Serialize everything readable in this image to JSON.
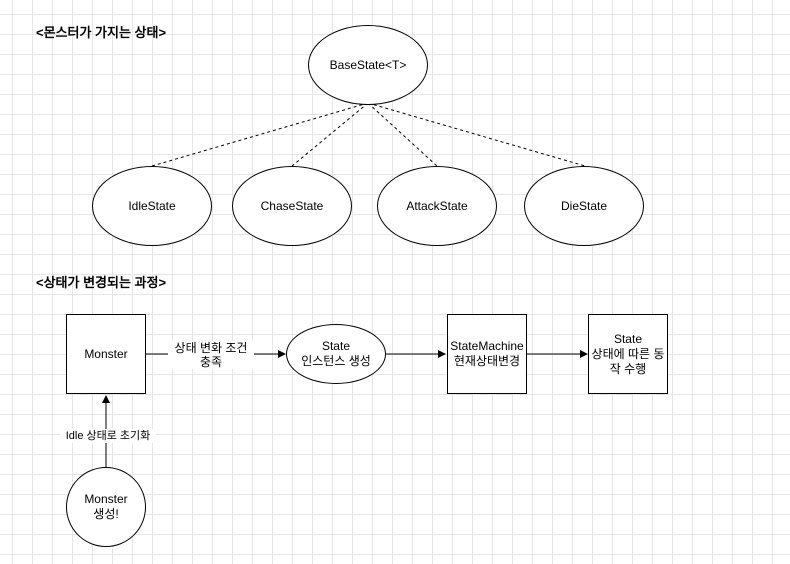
{
  "headings": {
    "states_title": "<몬스터가 가지는 상태>",
    "transition_title": "<상태가 변경되는 과정>"
  },
  "hierarchy": {
    "base": "BaseState<T>",
    "children": [
      "IdleState",
      "ChaseState",
      "AttackState",
      "DieState"
    ]
  },
  "flow": {
    "monster": "Monster",
    "condition_label": "상태 변화 조건\n충족",
    "state_instance": "State\n인스턴스 생성",
    "state_machine": "StateMachine\n현재상태변경",
    "state_action": "State\n상태에 따른 동\n작 수행",
    "init_label": "Idle 상태로 초기화",
    "monster_created": "Monster\n생성!"
  },
  "colors": {
    "stroke": "#000000",
    "fill": "#ffffff",
    "grid": "#e6e6e6"
  }
}
